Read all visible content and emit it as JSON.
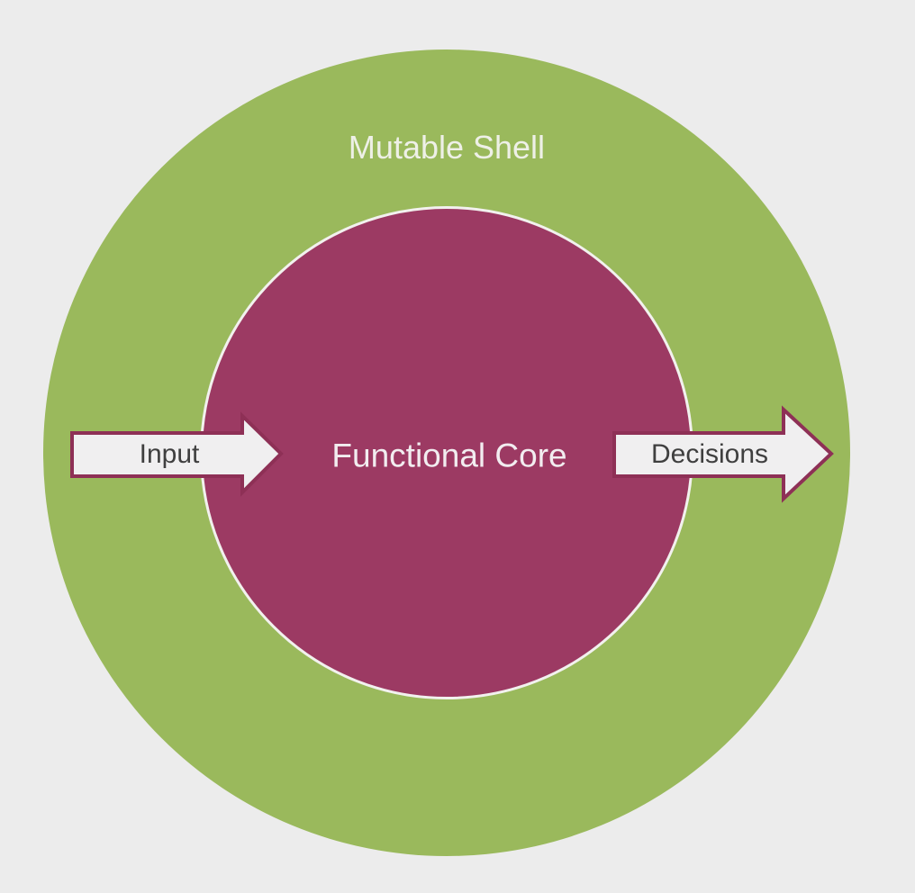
{
  "diagram": {
    "background_color": "#ececec",
    "outer_circle": {
      "label": "Mutable Shell",
      "fill": "#9ab95c",
      "label_color": "#eef0e7"
    },
    "inner_circle": {
      "label": "Functional Core",
      "fill": "#9c3a63",
      "ring_color": "#f2f1ee",
      "label_color": "#f2edf0"
    },
    "arrows": {
      "input": {
        "label": "Input",
        "direction": "right-into-core"
      },
      "output": {
        "label": "Decisions",
        "direction": "right-out-of-core"
      },
      "fill": "#f0eff0",
      "stroke": "#8e3056",
      "label_color": "#3f3f3f"
    }
  }
}
